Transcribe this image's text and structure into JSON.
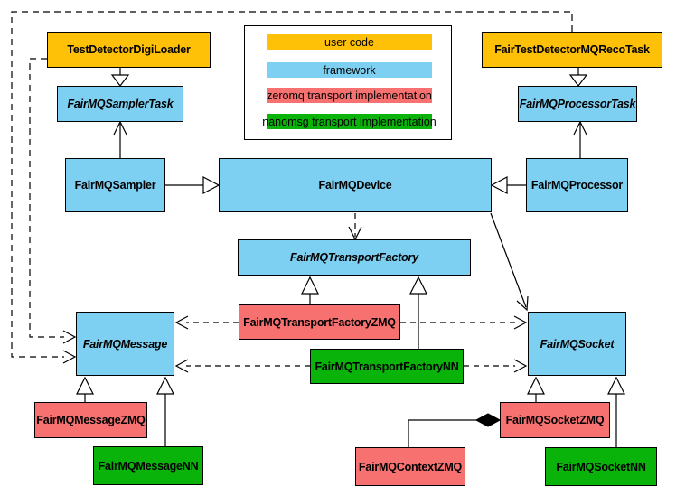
{
  "legend": {
    "items": [
      {
        "label": "user code",
        "color": "#FFC107"
      },
      {
        "label": "framework",
        "color": "#7DD0F2"
      },
      {
        "label": "zeromq transport implementation",
        "color": "#F87171"
      },
      {
        "label": "nanomsg transport implementation",
        "color": "#0AB30A"
      }
    ]
  },
  "colors": {
    "user_code": "#FFC107",
    "framework": "#7DD0F2",
    "zeromq": "#F87171",
    "nanomsg": "#0AB30A",
    "border": "#000000",
    "background": "#FFFFFF"
  },
  "nodes": {
    "testDetectorDigiLoader": {
      "label": "TestDetectorDigiLoader",
      "category": "user code"
    },
    "fairTestDetectorMQRecoTask": {
      "label": "FairTestDetectorMQRecoTask",
      "category": "user code"
    },
    "fairMQSamplerTask": {
      "label": "FairMQSamplerTask",
      "category": "framework",
      "abstract": true
    },
    "fairMQProcessorTask": {
      "label": "FairMQProcessorTask",
      "category": "framework",
      "abstract": true
    },
    "fairMQSampler": {
      "label": "FairMQSampler",
      "category": "framework"
    },
    "fairMQDevice": {
      "label": "FairMQDevice",
      "category": "framework"
    },
    "fairMQProcessor": {
      "label": "FairMQProcessor",
      "category": "framework"
    },
    "fairMQTransportFactory": {
      "label": "FairMQTransportFactory",
      "category": "framework",
      "abstract": true
    },
    "fairMQTransportFactoryZMQ": {
      "label": "FairMQTransportFactoryZMQ",
      "category": "zeromq"
    },
    "fairMQTransportFactoryNN": {
      "label": "FairMQTransportFactoryNN",
      "category": "nanomsg"
    },
    "fairMQMessage": {
      "label": "FairMQMessage",
      "category": "framework",
      "abstract": true
    },
    "fairMQSocket": {
      "label": "FairMQSocket",
      "category": "framework",
      "abstract": true
    },
    "fairMQMessageZMQ": {
      "label": "FairMQMessageZMQ",
      "category": "zeromq"
    },
    "fairMQMessageNN": {
      "label": "FairMQMessageNN",
      "category": "nanomsg"
    },
    "fairMQContextZMQ": {
      "label": "FairMQContextZMQ",
      "category": "zeromq"
    },
    "fairMQSocketZMQ": {
      "label": "FairMQSocketZMQ",
      "category": "zeromq"
    },
    "fairMQSocketNN": {
      "label": "FairMQSocketNN",
      "category": "nanomsg"
    }
  },
  "edges": [
    {
      "from": "TestDetectorDigiLoader",
      "to": "FairMQSamplerTask",
      "type": "inheritance-hollow-triangle"
    },
    {
      "from": "FairTestDetectorMQRecoTask",
      "to": "FairMQProcessorTask",
      "type": "inheritance-hollow-triangle"
    },
    {
      "from": "FairMQSampler",
      "to": "FairMQSamplerTask",
      "type": "association-open-arrow"
    },
    {
      "from": "FairMQProcessor",
      "to": "FairMQProcessorTask",
      "type": "association-open-arrow"
    },
    {
      "from": "FairMQSampler",
      "to": "FairMQDevice",
      "type": "inheritance-hollow-triangle"
    },
    {
      "from": "FairMQProcessor",
      "to": "FairMQDevice",
      "type": "inheritance-hollow-triangle"
    },
    {
      "from": "FairMQDevice",
      "to": "FairMQTransportFactory",
      "type": "dependency-dashed-open-arrow"
    },
    {
      "from": "FairMQDevice",
      "to": "FairMQSocket",
      "type": "association-open-arrow"
    },
    {
      "from": "FairMQTransportFactoryZMQ",
      "to": "FairMQTransportFactory",
      "type": "inheritance-hollow-triangle"
    },
    {
      "from": "FairMQTransportFactoryNN",
      "to": "FairMQTransportFactory",
      "type": "inheritance-hollow-triangle"
    },
    {
      "from": "FairMQTransportFactoryZMQ",
      "to": "FairMQMessage",
      "type": "dependency-dashed-open-arrow"
    },
    {
      "from": "FairMQTransportFactoryZMQ",
      "to": "FairMQSocket",
      "type": "dependency-dashed-open-arrow"
    },
    {
      "from": "FairMQTransportFactoryNN",
      "to": "FairMQMessage",
      "type": "dependency-dashed-open-arrow"
    },
    {
      "from": "FairMQTransportFactoryNN",
      "to": "FairMQSocket",
      "type": "dependency-dashed-open-arrow"
    },
    {
      "from": "TestDetectorDigiLoader",
      "to": "FairMQMessage",
      "type": "dependency-dashed-open-arrow"
    },
    {
      "from": "FairTestDetectorMQRecoTask",
      "to": "FairMQMessage",
      "type": "dependency-dashed-open-arrow"
    },
    {
      "from": "FairMQMessageZMQ",
      "to": "FairMQMessage",
      "type": "inheritance-hollow-triangle"
    },
    {
      "from": "FairMQMessageNN",
      "to": "FairMQMessage",
      "type": "inheritance-hollow-triangle"
    },
    {
      "from": "FairMQSocketZMQ",
      "to": "FairMQSocket",
      "type": "inheritance-hollow-triangle"
    },
    {
      "from": "FairMQSocketNN",
      "to": "FairMQSocket",
      "type": "inheritance-hollow-triangle"
    },
    {
      "from": "FairMQContextZMQ",
      "to": "FairMQSocketZMQ",
      "type": "composition-filled-diamond"
    }
  ]
}
